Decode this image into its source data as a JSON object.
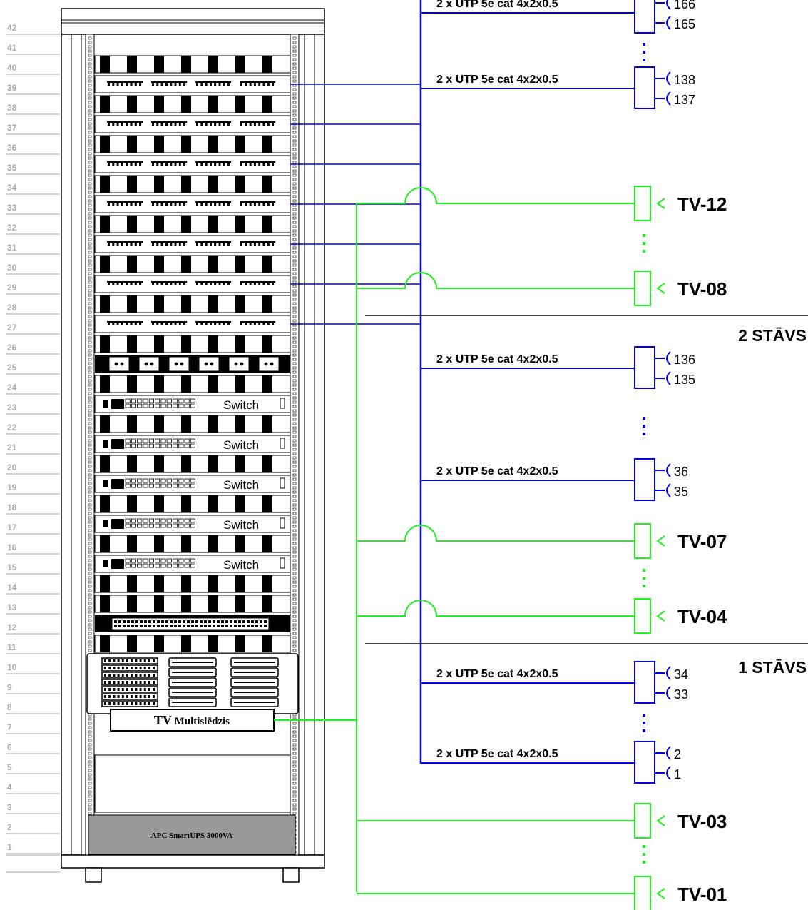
{
  "rack": {
    "unit_numbers": [
      "42",
      "41",
      "40",
      "39",
      "38",
      "37",
      "36",
      "35",
      "34",
      "33",
      "32",
      "31",
      "30",
      "29",
      "28",
      "27",
      "26",
      "25",
      "24",
      "23",
      "22",
      "21",
      "20",
      "19",
      "18",
      "17",
      "16",
      "15",
      "14",
      "13",
      "12",
      "11",
      "10",
      "9",
      "8",
      "7",
      "6",
      "5",
      "4",
      "3",
      "2",
      "1"
    ],
    "switch_label": "Switch",
    "tv_multiswitch_label_tv": "TV",
    "tv_multiswitch_label_rest": " Multislēdzis",
    "ups_label": "APC SmartUPS 3000VA"
  },
  "floors": {
    "floor2": "2 STĀVS",
    "floor1": "1 STĀVS"
  },
  "cable_label": "2 x UTP 5e cat 4x2x0.5",
  "utp_groups": [
    {
      "top": "166",
      "bottom": "165"
    },
    {
      "top": "138",
      "bottom": "137"
    },
    {
      "top": "136",
      "bottom": "135"
    },
    {
      "top": "36",
      "bottom": "35"
    },
    {
      "top": "34",
      "bottom": "33"
    },
    {
      "top": "2",
      "bottom": "1"
    }
  ],
  "tv_outlets": [
    "TV-12",
    "TV-08",
    "TV-07",
    "TV-04",
    "TV-03",
    "TV-01"
  ],
  "colors": {
    "utp_line": "#0000ee",
    "tv_line": "#22ee22",
    "rack": "#000000",
    "ups_fill": "#999999"
  }
}
